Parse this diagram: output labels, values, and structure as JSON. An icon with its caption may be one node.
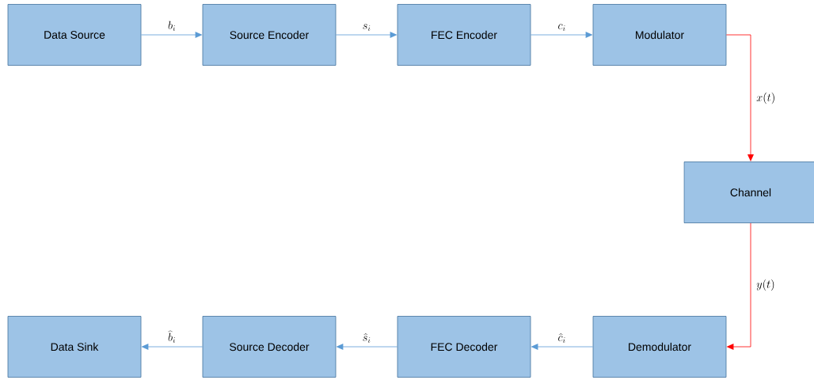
{
  "diagram": {
    "nodes": [
      {
        "text": [
          "Data Source"
        ]
      },
      {
        "text": [
          "Source Encoder"
        ]
      },
      {
        "text": [
          "FEC Encoder"
        ]
      },
      {
        "text": [
          "Modulator"
        ]
      },
      {
        "text": [
          "Channel"
        ]
      },
      {
        "text": [
          "Data Sink"
        ]
      },
      {
        "text": [
          "Source Decoder"
        ]
      },
      {
        "text": [
          "FEC Decoder"
        ]
      },
      {
        "text": [
          "Demodulator"
        ]
      }
    ],
    "edges": [
      {
        "from": 0,
        "to": 1,
        "arrow": "to",
        "label": "b_i"
      },
      {
        "from": 1,
        "to": 2,
        "arrow": "to",
        "label": "s_i"
      },
      {
        "from": 2,
        "to": 3,
        "arrow": "to",
        "label": "c_i"
      },
      {
        "from": 3,
        "to": 4,
        "arrow": "to",
        "label": "x(t)",
        "color": "#ff0000"
      },
      {
        "from": 4,
        "to": 8,
        "arrow": "to",
        "label": "y(t)",
        "color": "#ff0000"
      },
      {
        "from": 8,
        "to": 7,
        "arrow": "to",
        "label": "\\widehat{c}_i"
      },
      {
        "from": 7,
        "to": 6,
        "arrow": "to",
        "label": "\\widehat{s}_i"
      },
      {
        "from": 6,
        "to": 5,
        "arrow": "to",
        "label": "\\widehat{b}_i"
      }
    ]
  }
}
